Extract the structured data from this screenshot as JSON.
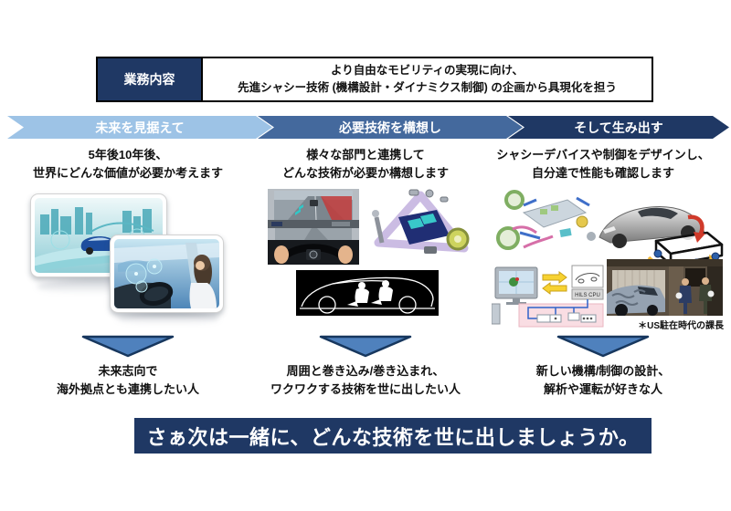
{
  "header": {
    "label": "業務内容",
    "line1": "より自由なモビリティの実現に向け、",
    "line2": "先進シャシー技術 (機構設計・ダイナミクス制御) の企画から具現化を担う"
  },
  "steps": [
    {
      "banner": "未来を見据えて",
      "desc1": "5年後10年後、",
      "desc2": "世界にどんな価値が必要か考えます",
      "target1": "未来志向で",
      "target2": "海外拠点とも連携したい人"
    },
    {
      "banner": "必要技術を構想し",
      "desc1": "様々な部門と連携して",
      "desc2": "どんな技術が必要か構想します",
      "target1": "周囲と巻き込み/巻き込まれ、",
      "target2": "ワクワクする技術を世に出したい人"
    },
    {
      "banner": "そして生み出す",
      "desc1": "シャシーデバイスや制御をデザインし、",
      "desc2": "自分達で性能も確認します",
      "target1": "新しい機構/制御の設計、",
      "target2": "解析や運転が好きな人",
      "photo_caption": "＊US駐在時代の課長",
      "diagram_label": "HILS CPU"
    }
  ],
  "footer": {
    "message": "さぁ次は一緒に、どんな技術を世に出しましょうか。"
  },
  "colors": {
    "navy": "#1F3864",
    "step1_blue": "#9DC3E6",
    "step2_blue": "#44699D",
    "triangle_blue": "#4F81BD",
    "triangle_border": "#17375E"
  }
}
